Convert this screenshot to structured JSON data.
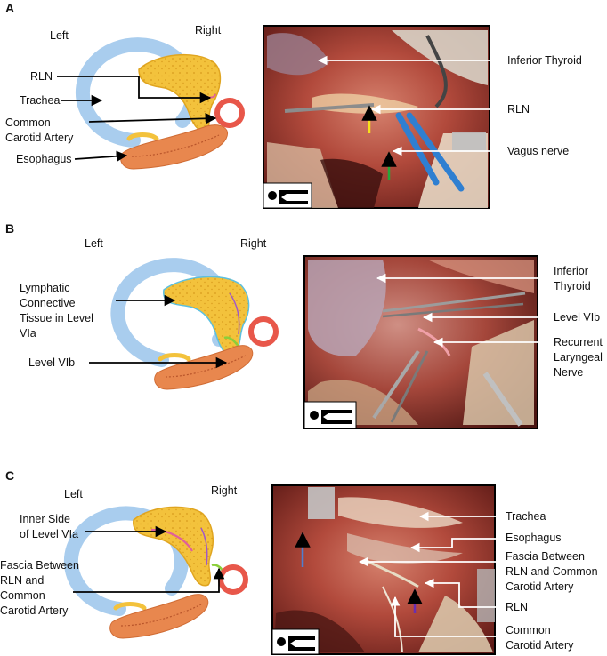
{
  "panels": [
    {
      "label": "A",
      "left": "Left",
      "right": "Right",
      "diagram_labels": [
        "RLN",
        "Trachea",
        "Common",
        "Carotid Artery",
        "Esophagus"
      ],
      "photo_labels": [
        "Inferior Thyroid",
        "RLN",
        "Vagus nerve"
      ]
    },
    {
      "label": "B",
      "left": "Left",
      "right": "Right",
      "diagram_labels": [
        "Lymphatic",
        "Connective",
        "Tissue in Level",
        "VIa",
        "Level VIb"
      ],
      "photo_labels": [
        "Inferior",
        "Thyroid",
        "Level VIb",
        "Recurrent",
        "Laryngeal",
        "Nerve"
      ]
    },
    {
      "label": "C",
      "left": "Left",
      "right": "Right",
      "diagram_labels": [
        "Inner Side",
        "of Level VIa",
        "Fascia Between",
        "RLN and",
        "Common",
        "Carotid Artery"
      ],
      "photo_labels": [
        "Trachea",
        "Esophagus",
        "Fascia Between",
        "RLN and Common",
        "Carotid Artery",
        "RLN",
        "Common",
        "Carotid Artery"
      ]
    }
  ],
  "colors": {
    "trachea": "#a9cdee",
    "thyroid": "#f3c23c",
    "artery": "#e8574a",
    "esophagus": "#e8874e",
    "rln": "#e0609a",
    "arrow_yellow": "#f7e11a",
    "arrow_green": "#26a83a",
    "arrow_blue": "#4f7fd0",
    "arrow_purple": "#6a2fb0"
  }
}
